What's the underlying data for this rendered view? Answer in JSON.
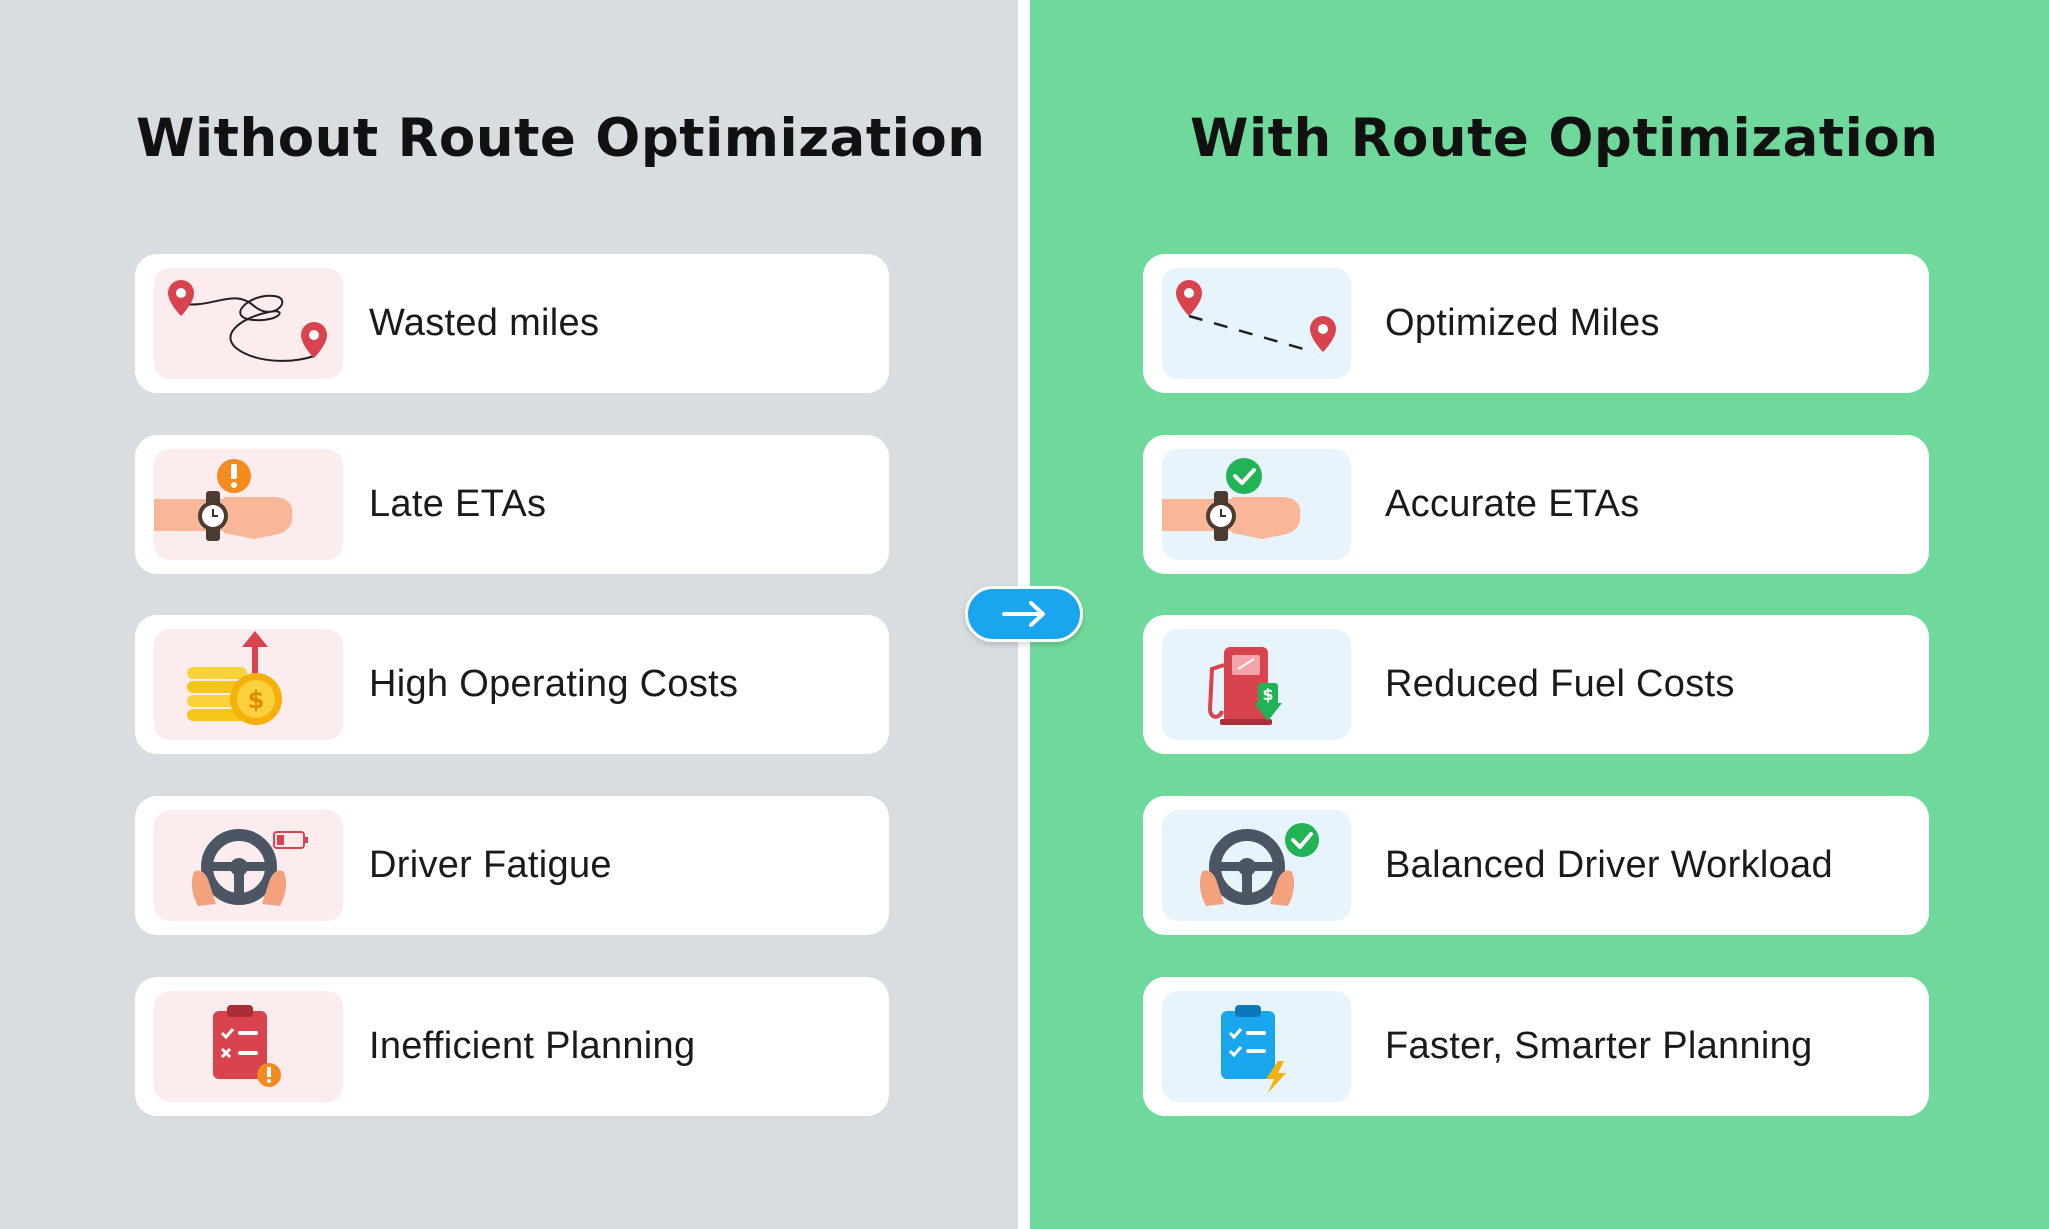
{
  "left_panel": {
    "title": "Without Route Optimization",
    "background": "#d7dde0",
    "items": [
      {
        "label": "Wasted miles",
        "icon": "tangled-route-icon"
      },
      {
        "label": "Late ETAs",
        "icon": "watch-alert-icon"
      },
      {
        "label": "High Operating Costs",
        "icon": "rising-coins-icon"
      },
      {
        "label": "Driver Fatigue",
        "icon": "steering-wheel-low-battery-icon"
      },
      {
        "label": "Inefficient Planning",
        "icon": "clipboard-warning-icon"
      }
    ]
  },
  "right_panel": {
    "title": "With Route Optimization",
    "background": "#6fd99b",
    "items": [
      {
        "label": "Optimized Miles",
        "icon": "direct-route-icon"
      },
      {
        "label": "Accurate ETAs",
        "icon": "watch-check-icon"
      },
      {
        "label": "Reduced Fuel Costs",
        "icon": "fuel-pump-savings-icon"
      },
      {
        "label": "Balanced Driver Workload",
        "icon": "steering-wheel-check-icon"
      },
      {
        "label": "Faster, Smarter Planning",
        "icon": "clipboard-lightning-icon"
      }
    ]
  },
  "transition": {
    "icon": "arrow-right-icon",
    "color": "#1aa5ef"
  }
}
